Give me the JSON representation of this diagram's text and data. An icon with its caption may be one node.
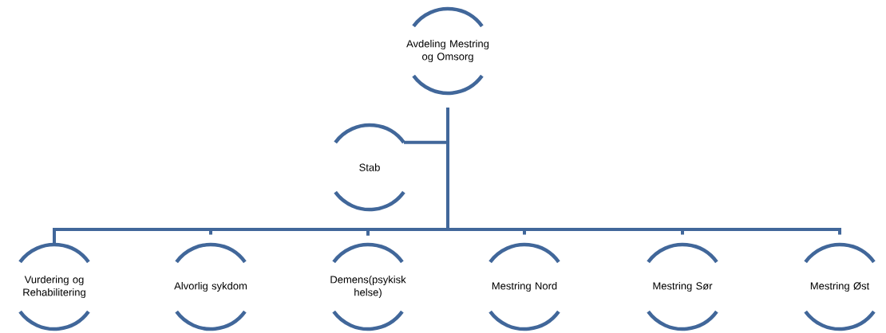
{
  "diagram": {
    "nodes": [
      {
        "text": [
          "Avdeling Mestring og Omsorg"
        ]
      },
      {
        "text": [
          "Stab"
        ]
      },
      {
        "text": [
          "Vurdering og Rehabilitering"
        ]
      },
      {
        "text": [
          "Alvorlig sykdom"
        ]
      },
      {
        "text": [
          "Demens(psykisk helse)"
        ]
      },
      {
        "text": [
          "Mestring Nord"
        ]
      },
      {
        "text": [
          "Mestring Sør"
        ]
      },
      {
        "text": [
          "Mestring Øst"
        ]
      }
    ],
    "edges": [
      {
        "from": 0,
        "to": 1,
        "arrow": "none"
      },
      {
        "from": 0,
        "to": 2,
        "arrow": "none"
      },
      {
        "from": 0,
        "to": 3,
        "arrow": "none"
      },
      {
        "from": 0,
        "to": 4,
        "arrow": "none"
      },
      {
        "from": 0,
        "to": 5,
        "arrow": "none"
      },
      {
        "from": 0,
        "to": 6,
        "arrow": "none"
      },
      {
        "from": 0,
        "to": 7,
        "arrow": "none"
      }
    ]
  }
}
